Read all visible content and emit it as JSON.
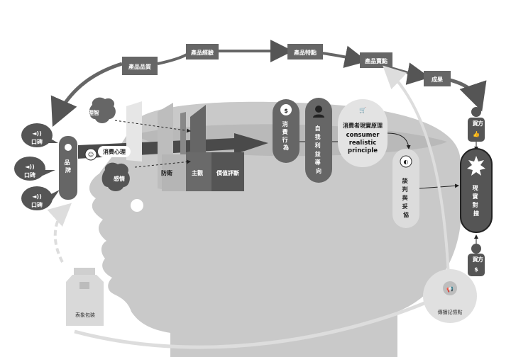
{
  "journey": {
    "quality": "產品品質",
    "experience": "產品經驗",
    "feature": "產品特點",
    "selling_point": "產品賣點",
    "result": "成果"
  },
  "speech": {
    "word_of_mouth_1": "口碑",
    "word_of_mouth_2": "口碑",
    "word_of_mouth_3": "口碑"
  },
  "brand_label": "品牌",
  "mind": {
    "reason": "理智",
    "consumer_psychology": "消費心理",
    "emotion": "感情",
    "defense": "防衛",
    "subjective": "主觀",
    "value_judgment": "價值評斷"
  },
  "behavior": {
    "consumer_behavior": "消費行為",
    "self_interest": "自我利益導向",
    "principle_title": "消費者現實原理",
    "principle_en": "consumer realistic principle",
    "negotiation": "談判與妥協"
  },
  "buyers": {
    "buyer_top": "買方",
    "reality_confrontation": "現實對撞",
    "buyer_bottom": "買方"
  },
  "packaging": "表象包裝",
  "broadcast": "傳播記憶點",
  "colors": {
    "dark": "#666666",
    "darker": "#4a4a4a",
    "head": "#c8c8c8",
    "light": "#e3e3e3"
  }
}
